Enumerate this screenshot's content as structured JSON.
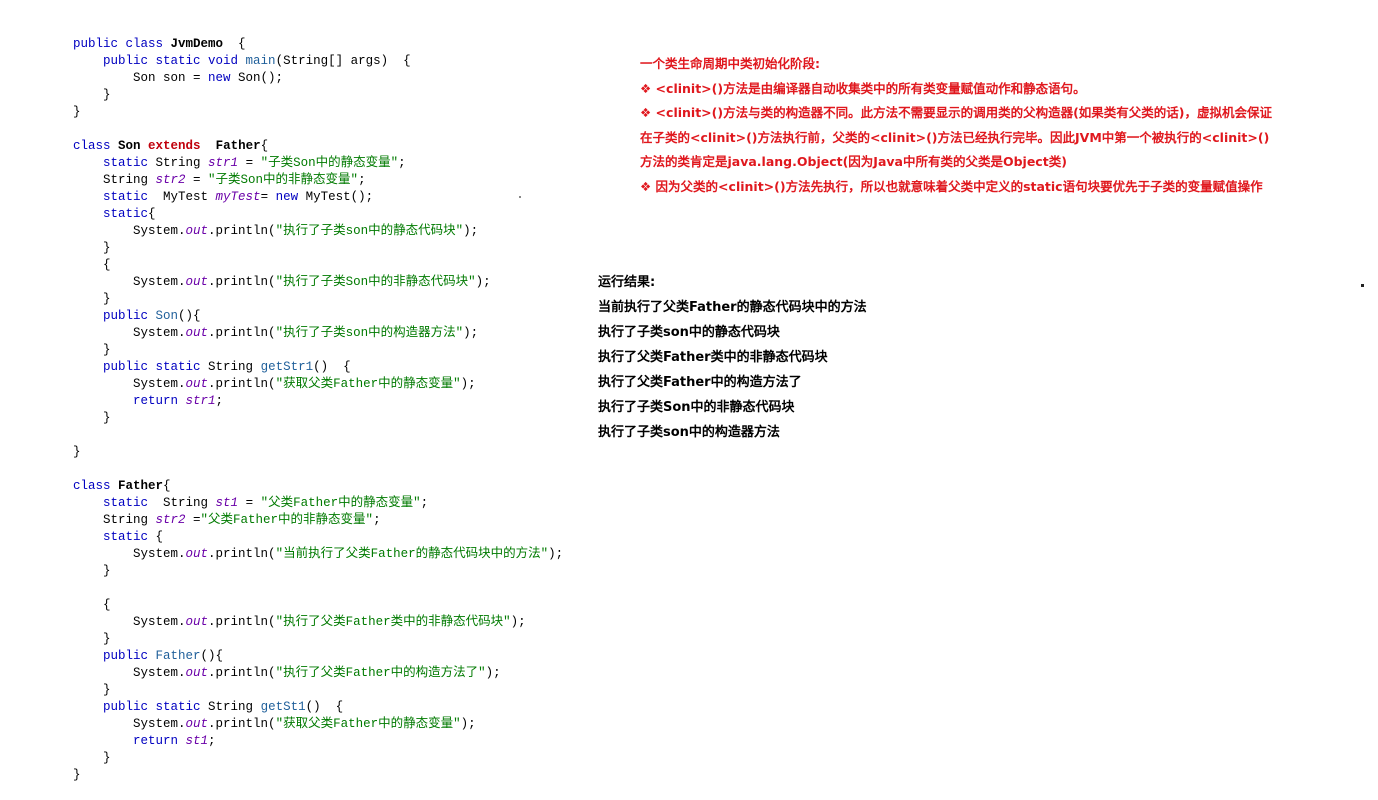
{
  "code": [
    [
      [
        "kw",
        "public class "
      ],
      [
        "cls",
        "JvmDemo"
      ],
      [
        "",
        "  {"
      ]
    ],
    [
      [
        "",
        "    "
      ],
      [
        "kw",
        "public static void "
      ],
      [
        "mth",
        "main"
      ],
      [
        "",
        "(String[] args)  {"
      ]
    ],
    [
      [
        "",
        "        Son son = "
      ],
      [
        "kw",
        "new "
      ],
      [
        "",
        "Son();"
      ]
    ],
    [
      [
        "",
        "    }"
      ]
    ],
    [
      [
        "",
        "}"
      ]
    ],
    [
      [
        "",
        ""
      ]
    ],
    [
      [
        "kw",
        "class "
      ],
      [
        "cls",
        "Son "
      ],
      [
        "kw2",
        "extends"
      ],
      [
        "",
        "  "
      ],
      [
        "cls",
        "Father"
      ],
      [
        "",
        "{"
      ]
    ],
    [
      [
        "",
        "    "
      ],
      [
        "kw",
        "static "
      ],
      [
        "",
        "String "
      ],
      [
        "fld",
        "str1"
      ],
      [
        "",
        " = "
      ],
      [
        "str",
        "\"子类Son中的静态变量\""
      ],
      [
        "",
        ";"
      ]
    ],
    [
      [
        "",
        "    String "
      ],
      [
        "fld",
        "str2"
      ],
      [
        "",
        " = "
      ],
      [
        "str",
        "\"子类Son中的非静态变量\""
      ],
      [
        "",
        ";"
      ]
    ],
    [
      [
        "",
        "    "
      ],
      [
        "kw",
        "static  "
      ],
      [
        "",
        "MyTest "
      ],
      [
        "fld",
        "myTest"
      ],
      [
        "",
        "= "
      ],
      [
        "kw",
        "new "
      ],
      [
        "",
        "MyTest();"
      ]
    ],
    [
      [
        "",
        "    "
      ],
      [
        "kw",
        "static"
      ],
      [
        "",
        "{"
      ]
    ],
    [
      [
        "",
        "        System."
      ],
      [
        "fld",
        "out"
      ],
      [
        "",
        ".println("
      ],
      [
        "str",
        "\"执行了子类son中的静态代码块\""
      ],
      [
        "",
        ");"
      ]
    ],
    [
      [
        "",
        "    }"
      ]
    ],
    [
      [
        "",
        "    {"
      ]
    ],
    [
      [
        "",
        "        System."
      ],
      [
        "fld",
        "out"
      ],
      [
        "",
        ".println("
      ],
      [
        "str",
        "\"执行了子类Son中的非静态代码块\""
      ],
      [
        "",
        ");"
      ]
    ],
    [
      [
        "",
        "    }"
      ]
    ],
    [
      [
        "",
        "    "
      ],
      [
        "kw",
        "public "
      ],
      [
        "mth",
        "Son"
      ],
      [
        "",
        "(){"
      ]
    ],
    [
      [
        "",
        "        System."
      ],
      [
        "fld",
        "out"
      ],
      [
        "",
        ".println("
      ],
      [
        "str",
        "\"执行了子类son中的构造器方法\""
      ],
      [
        "",
        ");"
      ]
    ],
    [
      [
        "",
        "    }"
      ]
    ],
    [
      [
        "",
        "    "
      ],
      [
        "kw",
        "public static "
      ],
      [
        "",
        "String "
      ],
      [
        "mth",
        "getStr1"
      ],
      [
        "",
        "()  {"
      ]
    ],
    [
      [
        "",
        "        System."
      ],
      [
        "fld",
        "out"
      ],
      [
        "",
        ".println("
      ],
      [
        "str",
        "\"获取父类Father中的静态变量\""
      ],
      [
        "",
        ");"
      ]
    ],
    [
      [
        "",
        "        "
      ],
      [
        "kw",
        "return "
      ],
      [
        "fld",
        "str1"
      ],
      [
        "",
        ";"
      ]
    ],
    [
      [
        "",
        "    }"
      ]
    ],
    [
      [
        "",
        ""
      ]
    ],
    [
      [
        "",
        "}"
      ]
    ],
    [
      [
        "",
        ""
      ]
    ],
    [
      [
        "kw",
        "class "
      ],
      [
        "cls",
        "Father"
      ],
      [
        "",
        "{"
      ]
    ],
    [
      [
        "",
        "    "
      ],
      [
        "kw",
        "static  "
      ],
      [
        "",
        "String "
      ],
      [
        "fld",
        "st1"
      ],
      [
        "",
        " = "
      ],
      [
        "str",
        "\"父类Father中的静态变量\""
      ],
      [
        "",
        ";"
      ]
    ],
    [
      [
        "",
        "    String "
      ],
      [
        "fld",
        "str2"
      ],
      [
        "",
        " ="
      ],
      [
        "str",
        "\"父类Father中的非静态变量\""
      ],
      [
        "",
        ";"
      ]
    ],
    [
      [
        "",
        "    "
      ],
      [
        "kw",
        "static "
      ],
      [
        "",
        "{"
      ]
    ],
    [
      [
        "",
        "        System."
      ],
      [
        "fld",
        "out"
      ],
      [
        "",
        ".println("
      ],
      [
        "str",
        "\"当前执行了父类Father的静态代码块中的方法\""
      ],
      [
        "",
        ");"
      ]
    ],
    [
      [
        "",
        "    }"
      ]
    ],
    [
      [
        "",
        ""
      ]
    ],
    [
      [
        "",
        "    {"
      ]
    ],
    [
      [
        "",
        "        System."
      ],
      [
        "fld",
        "out"
      ],
      [
        "",
        ".println("
      ],
      [
        "str",
        "\"执行了父类Father类中的非静态代码块\""
      ],
      [
        "",
        ");"
      ]
    ],
    [
      [
        "",
        "    }"
      ]
    ],
    [
      [
        "",
        "    "
      ],
      [
        "kw",
        "public "
      ],
      [
        "mth",
        "Father"
      ],
      [
        "",
        "(){"
      ]
    ],
    [
      [
        "",
        "        System."
      ],
      [
        "fld",
        "out"
      ],
      [
        "",
        ".println("
      ],
      [
        "str",
        "\"执行了父类Father中的构造方法了\""
      ],
      [
        "",
        ");"
      ]
    ],
    [
      [
        "",
        "    }"
      ]
    ],
    [
      [
        "",
        "    "
      ],
      [
        "kw",
        "public static "
      ],
      [
        "",
        "String "
      ],
      [
        "mth",
        "getSt1"
      ],
      [
        "",
        "()  {"
      ]
    ],
    [
      [
        "",
        "        System."
      ],
      [
        "fld",
        "out"
      ],
      [
        "",
        ".println("
      ],
      [
        "str",
        "\"获取父类Father中的静态变量\""
      ],
      [
        "",
        ");"
      ]
    ],
    [
      [
        "",
        "        "
      ],
      [
        "kw",
        "return "
      ],
      [
        "fld",
        "st1"
      ],
      [
        "",
        ";"
      ]
    ],
    [
      [
        "",
        "    }"
      ]
    ],
    [
      [
        "",
        "}"
      ]
    ]
  ],
  "notes": {
    "title": "一个类生命周期中类初始化阶段:",
    "items": [
      "❖ <clinit>()方法是由编译器自动收集类中的所有类变量赋值动作和静态语句。",
      "❖ <clinit>()方法与类的构造器不同。此方法不需要显示的调用类的父构造器(如果类有父类的话)，虚拟机会保证在子类的<clinit>()方法执行前，父类的<clinit>()方法已经执行完毕。因此JVM中第一个被执行的<clinit>()方法的类肯定是java.lang.Object(因为Java中所有类的父类是Object类)",
      "❖ 因为父类的<clinit>()方法先执行，所以也就意味着父类中定义的static语句块要优先于子类的变量赋值操作"
    ]
  },
  "results": {
    "title": "运行结果:",
    "lines": [
      "当前执行了父类Father的静态代码块中的方法",
      "执行了子类son中的静态代码块",
      "执行了父类Father类中的非静态代码块",
      "执行了父类Father中的构造方法了",
      "执行了子类Son中的非静态代码块",
      "执行了子类son中的构造器方法"
    ]
  },
  "colors": {
    "keyword": "#0000c0",
    "extends_keyword": "#c0000c",
    "string": "#007a00",
    "field": "#6a00a8",
    "note": "#e0181e"
  }
}
